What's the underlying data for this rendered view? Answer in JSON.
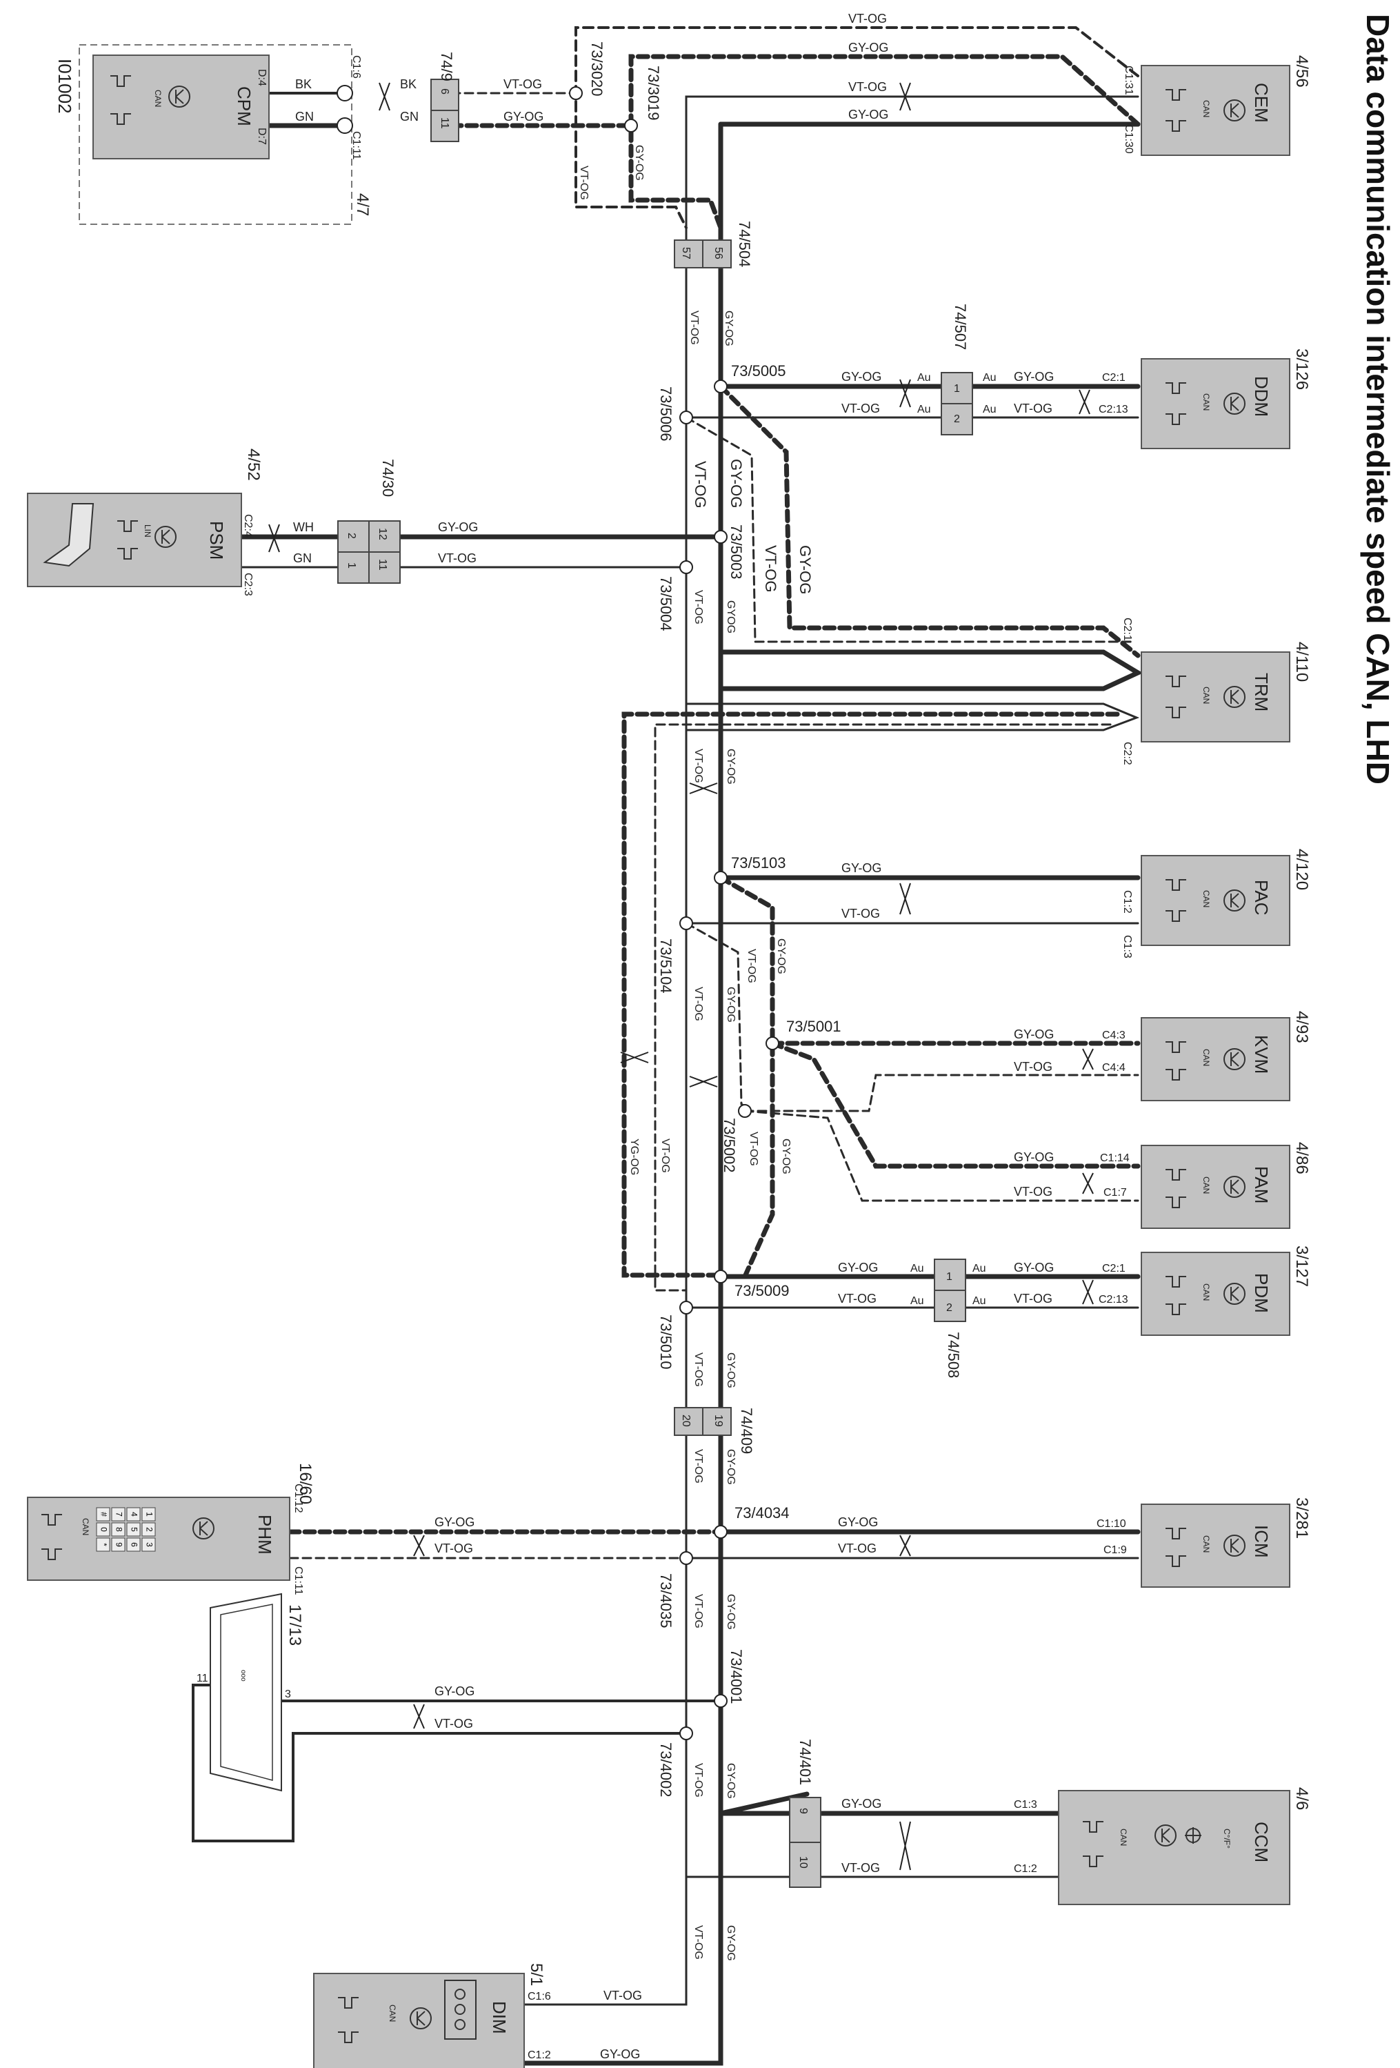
{
  "title": "Data communication intermediate speed CAN, LHD",
  "modules": {
    "cem": {
      "id": "4/56",
      "name": "CEM",
      "bus": "CAN",
      "pins": [
        "C1:31",
        "C1:30"
      ]
    },
    "ddm": {
      "id": "3/126",
      "name": "DDM",
      "bus": "CAN",
      "pins": [
        "C2:1",
        "C2:13"
      ]
    },
    "trm": {
      "id": "4/110",
      "name": "TRM",
      "bus": "CAN",
      "pins": [
        "C2:1",
        "C2:2"
      ]
    },
    "pac": {
      "id": "4/120",
      "name": "PAC",
      "bus": "CAN",
      "pins": [
        "C1:2",
        "C1:3"
      ]
    },
    "kvm": {
      "id": "4/93",
      "name": "KVM",
      "bus": "CAN",
      "pins": [
        "C4:3",
        "C4:4"
      ]
    },
    "pam": {
      "id": "4/86",
      "name": "PAM",
      "bus": "CAN",
      "pins": [
        "C1:14",
        "C1:7"
      ]
    },
    "pdm": {
      "id": "3/127",
      "name": "PDM",
      "bus": "CAN",
      "pins": [
        "C2:1",
        "C2:13"
      ]
    },
    "icm": {
      "id": "3/281",
      "name": "ICM",
      "bus": "CAN",
      "pins": [
        "C1:10",
        "C1:9"
      ]
    },
    "ccm": {
      "id": "4/6",
      "name": "CCM",
      "bus": "CAN",
      "pins": [
        "C1:3",
        "C1:2"
      ],
      "extra": "C°/F°"
    },
    "dim": {
      "id": "5/1",
      "name": "DIM",
      "bus": "CAN",
      "pins": [
        "C1:6",
        "C1:2"
      ]
    },
    "phm": {
      "id": "16/60",
      "name": "PHM",
      "bus": "CAN",
      "pins": [
        "C1:12",
        "C1:11"
      ],
      "keypad": [
        "1",
        "2",
        "3",
        "4",
        "5",
        "6",
        "7",
        "8",
        "9",
        "#",
        "0",
        "*"
      ]
    },
    "psm": {
      "id": "4/52",
      "name": "PSM",
      "bus": "LIN",
      "pins": [
        "C2:4",
        "C2:3"
      ]
    },
    "cpm": {
      "id": "4/7",
      "name": "CPM",
      "bus": "CAN",
      "pins": [
        "D:4",
        "D:7"
      ],
      "option_code": "I01002"
    },
    "dlc": {
      "id": "17/13",
      "pin_hi": "3",
      "pin_lo": "11",
      "pin_label": "ooo"
    }
  },
  "connectors": {
    "c74_9": {
      "id": "74/9",
      "pins": [
        "6",
        "11"
      ],
      "pins_left": [
        "C1:6",
        "C1:11"
      ]
    },
    "c74_504": {
      "id": "74/504",
      "pins": [
        "56",
        "57"
      ]
    },
    "c74_507": {
      "id": "74/507",
      "pins": [
        "1",
        "2"
      ],
      "contact": "Au"
    },
    "c74_30": {
      "id": "74/30",
      "pins": [
        "12",
        "11"
      ],
      "pins_left": [
        "2",
        "1"
      ]
    },
    "c74_508": {
      "id": "74/508",
      "pins": [
        "1",
        "2"
      ],
      "contact": "Au"
    },
    "c74_409": {
      "id": "74/409",
      "pins": [
        "19",
        "20"
      ]
    },
    "c74_401": {
      "id": "74/401",
      "pins": [
        "9",
        "10"
      ]
    }
  },
  "splices": {
    "s3020": "73/3020",
    "s3019": "73/3019",
    "s5005": "73/5005",
    "s5006": "73/5006",
    "s5003": "73/5003",
    "s5004": "73/5004",
    "s5103": "73/5103",
    "s5104": "73/5104",
    "s5001": "73/5001",
    "s5002": "73/5002",
    "s5009": "73/5009",
    "s5010": "73/5010",
    "s4034": "73/4034",
    "s4035": "73/4035",
    "s4001": "73/4001",
    "s4002": "73/4002"
  },
  "wires": {
    "gy_og": "GY-OG",
    "vt_og": "VT-OG",
    "bk": "BK",
    "gn": "GN",
    "wh": "WH",
    "yg_og": "YG-OG",
    "gyog_vertical": "GYOG"
  },
  "colors": {
    "wire_dark": "#2a2a2a",
    "module_fill": "#c2c2c2",
    "connector_fill": "#c4c4c4",
    "background": "#ffffff"
  }
}
